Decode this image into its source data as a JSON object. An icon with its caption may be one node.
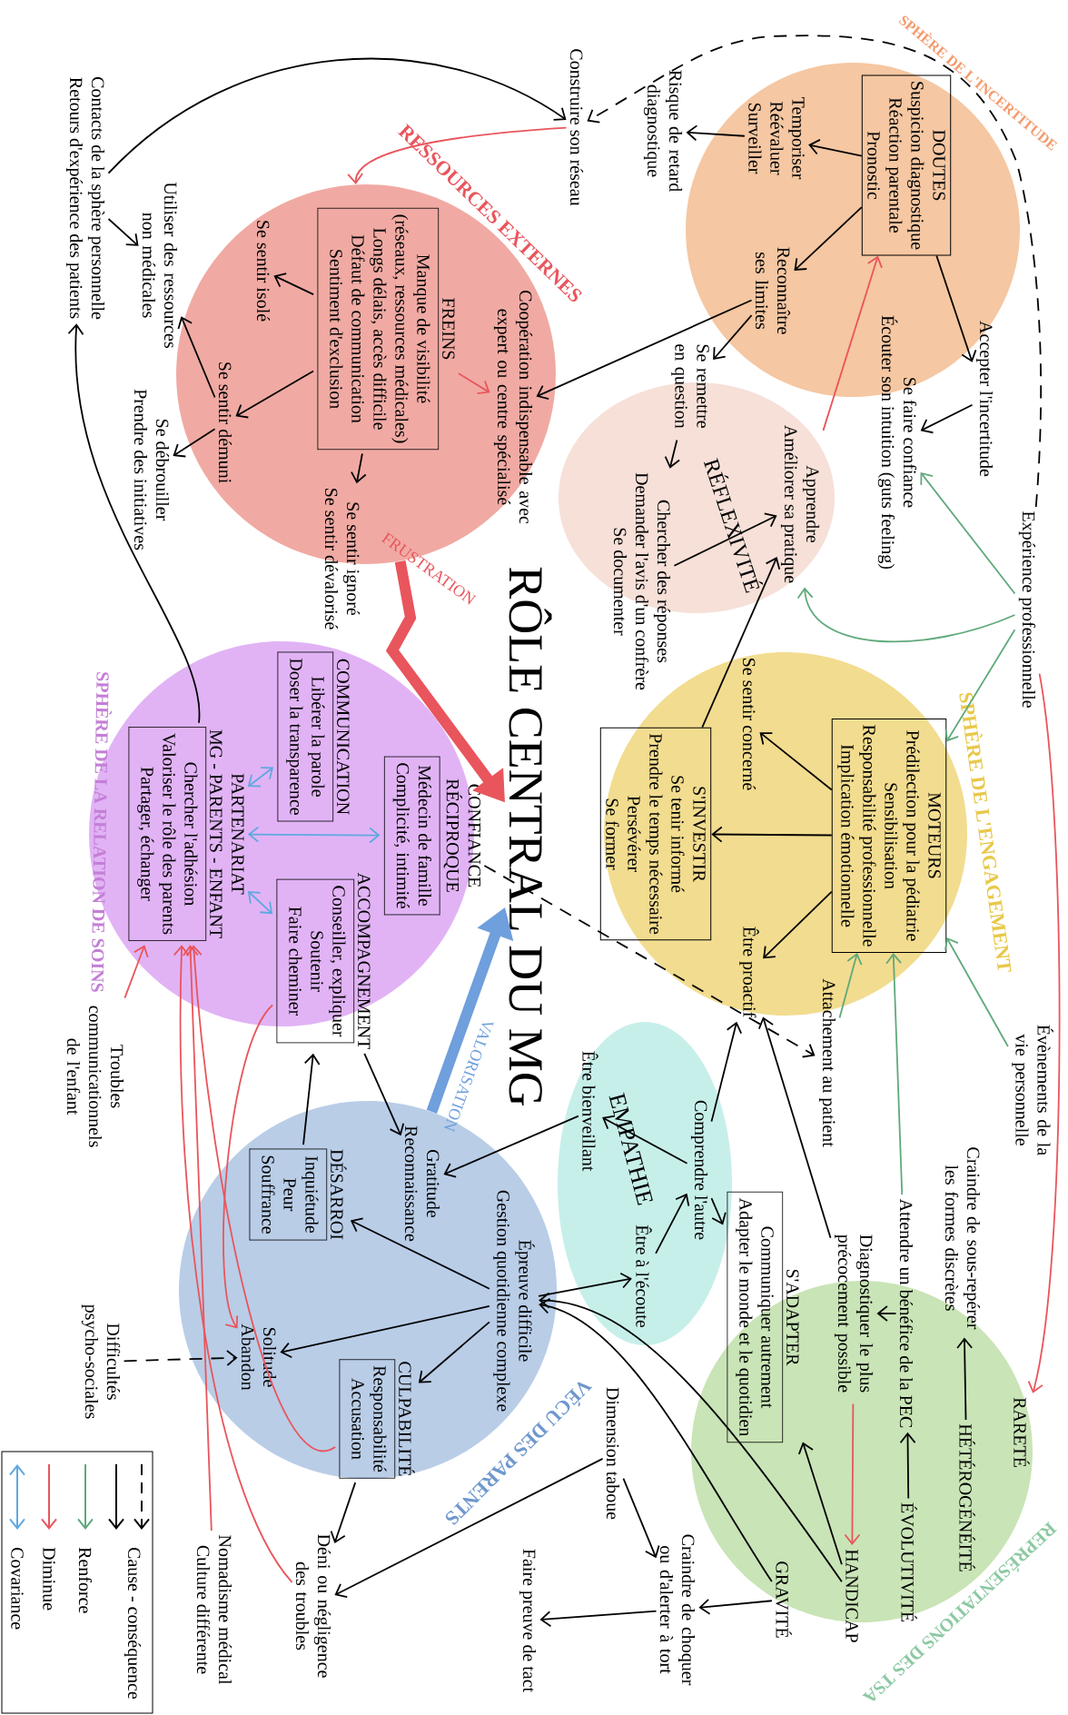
{
  "diagram": {
    "nodes": [
      {
        "text": [
          "SPHÈRE DE L'INCERTITUDE"
        ]
      },
      {
        "text": [
          "RESSOURCES EXTERNES"
        ]
      },
      {
        "text": [
          "RÉFLEXIVITÉ"
        ]
      },
      {
        "text": [
          "SPHÈRE DE L'ENGAGEMENT"
        ]
      },
      {
        "text": [
          "SPHÈRE DE LA RELATION DE SOINS"
        ]
      },
      {
        "text": [
          "EMPATHIE"
        ]
      },
      {
        "text": [
          "VÉCU DES PARENTS"
        ]
      },
      {
        "text": [
          "REPRÉSENTATIONS DES TSA"
        ]
      },
      {
        "text": [
          "RÔLE CENTRAL DU MG"
        ]
      },
      {
        "text": [
          "Construire son réseau"
        ]
      },
      {
        "text": [
          "Contacts de la sphère personnelle",
          "Retours d'expérience des patients"
        ]
      },
      {
        "text": [
          "Utiliser des ressources non médicales"
        ]
      },
      {
        "text": [
          "Risque de retard diagnostique"
        ]
      },
      {
        "text": [
          "DOUTES",
          "Suspicion diagnostique",
          "Réaction parentale",
          "Pronostic"
        ],
        "in": 0
      },
      {
        "text": [
          "Temporiser",
          "Réévaluer",
          "Surveiller"
        ],
        "in": 0
      },
      {
        "text": [
          "Reconnaître ses limites"
        ],
        "in": 0
      },
      {
        "text": [
          "Accepter l'incertitude"
        ]
      },
      {
        "text": [
          "Se faire confiance",
          "Écouter son intuition (guts feeling)"
        ]
      },
      {
        "text": [
          "Se remettre en question"
        ]
      },
      {
        "text": [
          "Apprendre",
          "Améliorer sa pratique"
        ],
        "in": 2
      },
      {
        "text": [
          "Chercher des réponses",
          "Demander l'avis d'un confrère",
          "Se documenter"
        ]
      },
      {
        "text": [
          "Expérience professionnelle"
        ]
      },
      {
        "text": [
          "Coopération indispensable avec expert ou centre spécialisé"
        ],
        "in": 1
      },
      {
        "text": [
          "FREINS",
          "Manque de visibilité",
          "(réseaux, ressources médicales)",
          "Longs délais, accès difficile",
          "Défaut de communication",
          "Sentiment d'exclusion"
        ],
        "in": 1
      },
      {
        "text": [
          "Se sentir isolé"
        ],
        "in": 1
      },
      {
        "text": [
          "Se sentir démuni"
        ],
        "in": 1
      },
      {
        "text": [
          "Se débrouiller",
          "Prendre des initiatives"
        ]
      },
      {
        "text": [
          "Se sentir ignoré",
          "Se sentir dévalorisé"
        ]
      },
      {
        "text": [
          "MOTEURS",
          "Prédilection pour la pédiatrie",
          "Sensibilisation",
          "Responsabilité professionnelle",
          "Implication émotionnelle"
        ],
        "in": 3
      },
      {
        "text": [
          "Se sentir concerné"
        ],
        "in": 3
      },
      {
        "text": [
          "Être proactif"
        ],
        "in": 3
      },
      {
        "text": [
          "S'INVESTIR",
          "Se tenir informé",
          "Prendre le temps nécessaire",
          "Persévérer",
          "Se former"
        ],
        "in": 3
      },
      {
        "text": [
          "Attachement au patient"
        ]
      },
      {
        "text": [
          "Évènements de la vie personnelle"
        ]
      },
      {
        "text": [
          "CONFIANCE RÉCIPROQUE",
          "Médecin de famille",
          "Complicité, intimité"
        ],
        "in": 4
      },
      {
        "text": [
          "COMMUNICATION",
          "Libérer la parole",
          "Doser la transparence"
        ],
        "in": 4
      },
      {
        "text": [
          "ACCOMPAGNEMENT",
          "Conseiller, expliquer",
          "Soutenir",
          "Faire cheminer"
        ]
      },
      {
        "text": [
          "PARTENARIAT",
          "MG - PARENTS - ENFANT",
          "Chercher l'adhésion",
          "Valoriser le rôle des parents",
          "Partager, échanger"
        ],
        "in": 4
      },
      {
        "text": [
          "Troubles communicationnels de l'enfant"
        ]
      },
      {
        "text": [
          "Comprendre l'autre"
        ],
        "in": 5
      },
      {
        "text": [
          "Être bienveillant"
        ],
        "in": 5
      },
      {
        "text": [
          "Être à l'écoute"
        ],
        "in": 5
      },
      {
        "text": [
          "Gratitude",
          "Reconnaissance"
        ],
        "in": 6
      },
      {
        "text": [
          "DÉSARROI",
          "Inquiétude",
          "Peur",
          "Souffrance"
        ],
        "in": 6
      },
      {
        "text": [
          "Épreuve difficile",
          "Gestion quotidienne complexe"
        ],
        "in": 6
      },
      {
        "text": [
          "CULPABILITÉ",
          "Responsabilité",
          "Accusation"
        ],
        "in": 6
      },
      {
        "text": [
          "Solitude",
          "Abandon"
        ],
        "in": 6
      },
      {
        "text": [
          "Difficultés psycho-sociales"
        ]
      },
      {
        "text": [
          "Déni ou négligence des troubles"
        ]
      },
      {
        "text": [
          "Nomadisme médical",
          "Culture différente"
        ]
      },
      {
        "text": [
          "Craindre de sous-repérer les formes discrètes"
        ]
      },
      {
        "text": [
          "Attendre un bénéfice de la PEC"
        ]
      },
      {
        "text": [
          "Diagnostiquer le plus précocement possible"
        ]
      },
      {
        "text": [
          "S'ADAPTER",
          "Communiquer autrement",
          "Adapter le monde et le quotidien"
        ]
      },
      {
        "text": [
          "RARETÉ"
        ],
        "in": 7
      },
      {
        "text": [
          "HÉTÉROGÉNÉITÉ"
        ],
        "in": 7
      },
      {
        "text": [
          "ÉVOLUTIVITÉ"
        ],
        "in": 7
      },
      {
        "text": [
          "HANDICAP"
        ],
        "in": 7
      },
      {
        "text": [
          "GRAVITÉ"
        ],
        "in": 7
      },
      {
        "text": [
          "Dimension taboue"
        ]
      },
      {
        "text": [
          "Craindre de choquer ou d'alerter à tort"
        ]
      },
      {
        "text": [
          "Faire preuve de tact"
        ]
      }
    ],
    "edges": [
      {
        "from": 10,
        "to": 9,
        "arrow": "to"
      },
      {
        "from": 10,
        "to": 11,
        "arrow": "to"
      },
      {
        "from": 37,
        "to": 10,
        "arrow": "to"
      },
      {
        "from": 9,
        "to": 1,
        "arrow": "to",
        "color": "#e9555c"
      },
      {
        "from": 21,
        "to": 9,
        "arrow": "to",
        "style": "dashed"
      },
      {
        "from": 13,
        "to": 14,
        "arrow": "to"
      },
      {
        "from": 14,
        "to": 12,
        "arrow": "to"
      },
      {
        "from": 13,
        "to": 15,
        "arrow": "to"
      },
      {
        "from": 13,
        "to": 16,
        "arrow": "to"
      },
      {
        "from": 16,
        "to": 17,
        "arrow": "to"
      },
      {
        "from": 15,
        "to": 22,
        "arrow": "to"
      },
      {
        "from": 15,
        "to": 18,
        "arrow": "to"
      },
      {
        "from": 19,
        "to": 13,
        "arrow": "to",
        "color": "#e9555c"
      },
      {
        "from": 18,
        "to": 20,
        "arrow": "to"
      },
      {
        "from": 20,
        "to": 19,
        "arrow": "to"
      },
      {
        "from": 31,
        "to": 19,
        "arrow": "to"
      },
      {
        "from": 21,
        "to": 17,
        "arrow": "to",
        "color": "#5fa97a"
      },
      {
        "from": 21,
        "to": 19,
        "arrow": "to",
        "color": "#5fa97a"
      },
      {
        "from": 21,
        "to": 28,
        "arrow": "to",
        "color": "#5fa97a"
      },
      {
        "from": 21,
        "to": 54,
        "arrow": "to",
        "color": "#e9555c"
      },
      {
        "from": 23,
        "to": 22,
        "arrow": "to",
        "color": "#e9555c"
      },
      {
        "from": 23,
        "to": 24,
        "arrow": "to"
      },
      {
        "from": 23,
        "to": 25,
        "arrow": "to"
      },
      {
        "from": 23,
        "to": 27,
        "arrow": "to"
      },
      {
        "from": 25,
        "to": 11,
        "arrow": "to"
      },
      {
        "from": 25,
        "to": 26,
        "arrow": "to"
      },
      {
        "from": 1,
        "to": 8,
        "arrow": "to",
        "label": "FRUSTRATION",
        "style": "thick",
        "color": "#e9555c"
      },
      {
        "from": 28,
        "to": 29,
        "arrow": "to"
      },
      {
        "from": 28,
        "to": 31,
        "arrow": "to"
      },
      {
        "from": 28,
        "to": 30,
        "arrow": "to"
      },
      {
        "from": 39,
        "to": 30,
        "arrow": "to"
      },
      {
        "from": 52,
        "to": 30,
        "arrow": "to"
      },
      {
        "from": 39,
        "to": 40,
        "arrow": "to"
      },
      {
        "from": 41,
        "to": 39,
        "arrow": "to"
      },
      {
        "from": 44,
        "to": 41,
        "arrow": "to"
      },
      {
        "from": 40,
        "to": 42,
        "arrow": "to"
      },
      {
        "from": 36,
        "to": 42,
        "arrow": "to"
      },
      {
        "from": 43,
        "to": 36,
        "arrow": "to"
      },
      {
        "from": 44,
        "to": 43,
        "arrow": "to"
      },
      {
        "from": 44,
        "to": 45,
        "arrow": "to"
      },
      {
        "from": 44,
        "to": 46,
        "arrow": "to"
      },
      {
        "from": 45,
        "to": 48,
        "arrow": "to"
      },
      {
        "from": 47,
        "to": 46,
        "arrow": "to",
        "style": "dashed"
      },
      {
        "from": 36,
        "to": 46,
        "arrow": "to",
        "color": "#e9555c"
      },
      {
        "from": 49,
        "to": 37,
        "arrow": "to",
        "color": "#e9555c"
      },
      {
        "from": 48,
        "to": 37,
        "arrow": "to",
        "color": "#e9555c"
      },
      {
        "from": 45,
        "to": 37,
        "arrow": "to",
        "color": "#e9555c"
      },
      {
        "from": 57,
        "to": 44,
        "arrow": "to"
      },
      {
        "from": 58,
        "to": 44,
        "arrow": "to"
      },
      {
        "from": 57,
        "to": 53,
        "arrow": "to"
      },
      {
        "from": 39,
        "to": 53,
        "arrow": "to"
      },
      {
        "from": 55,
        "to": 50,
        "arrow": "to"
      },
      {
        "from": 56,
        "to": 51,
        "arrow": "to"
      },
      {
        "from": 51,
        "to": 52,
        "arrow": "to"
      },
      {
        "from": 52,
        "to": 57,
        "arrow": "to",
        "color": "#e9555c"
      },
      {
        "from": 58,
        "to": 60,
        "arrow": "to"
      },
      {
        "from": 60,
        "to": 61,
        "arrow": "to"
      },
      {
        "from": 59,
        "to": 60,
        "arrow": "to"
      },
      {
        "from": 59,
        "to": 48,
        "arrow": "to"
      },
      {
        "from": 6,
        "to": 8,
        "arrow": "to",
        "label": "VALORISATION",
        "style": "thick",
        "color": "#6f9fdc"
      },
      {
        "from": 34,
        "to": 32,
        "arrow": "to",
        "style": "dashed"
      },
      {
        "from": 33,
        "to": 28,
        "arrow": "to",
        "color": "#5fa97a"
      },
      {
        "from": 32,
        "to": 28,
        "arrow": "to",
        "color": "#5fa97a"
      },
      {
        "from": 51,
        "to": 28,
        "arrow": "to",
        "color": "#5fa97a"
      },
      {
        "from": 37,
        "to": 35,
        "arrow": "both",
        "color": "#5fa8e0"
      },
      {
        "from": 37,
        "to": 34,
        "arrow": "both",
        "color": "#5fa8e0"
      },
      {
        "from": 37,
        "to": 36,
        "arrow": "both",
        "color": "#5fa8e0"
      },
      {
        "from": 38,
        "to": 37,
        "arrow": "to",
        "color": "#e9555c"
      }
    ],
    "legend": [
      {
        "text": "Cause - conséquence"
      },
      {
        "text": "Renforce"
      },
      {
        "text": "Diminue"
      },
      {
        "text": "Covariance"
      }
    ]
  }
}
